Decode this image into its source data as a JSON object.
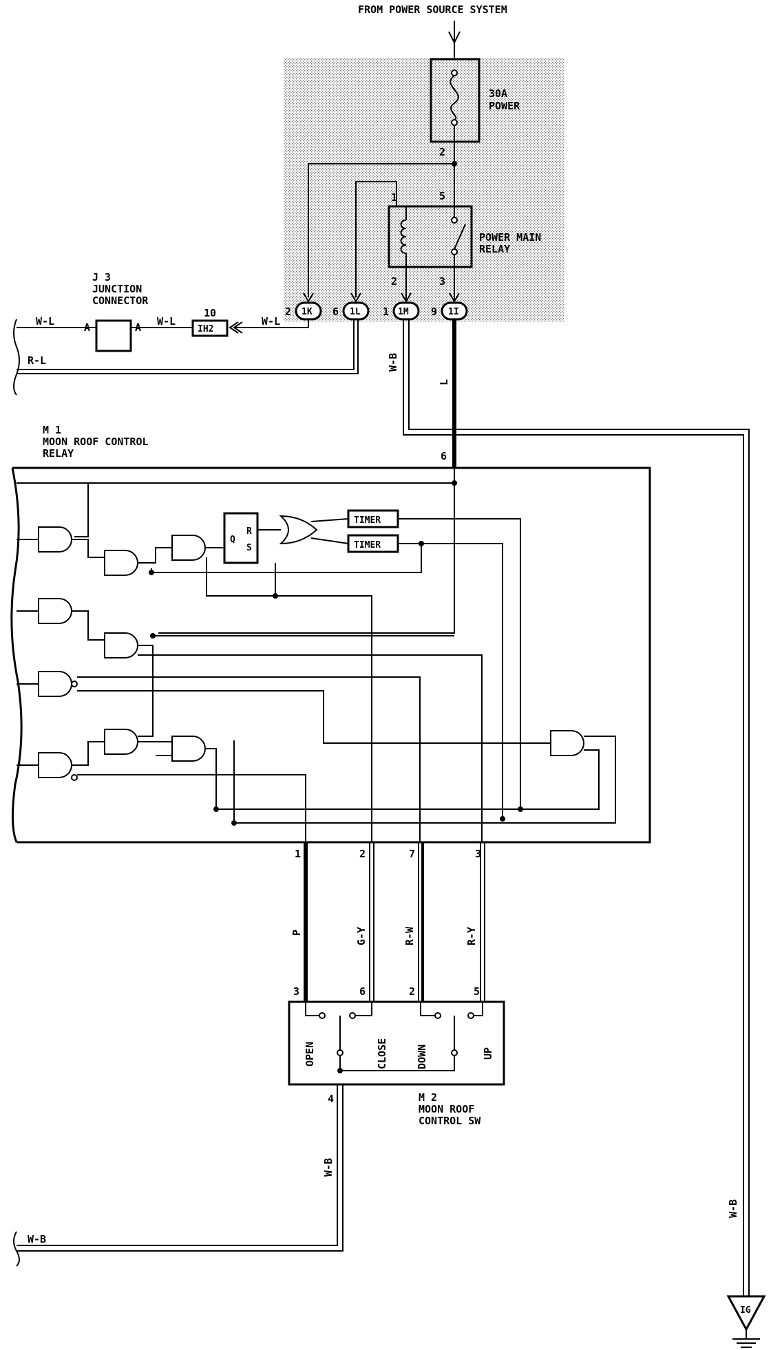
{
  "header": {
    "source": "FROM POWER SOURCE SYSTEM"
  },
  "fuse": {
    "rating": "30A",
    "name": "POWER",
    "pin_out": "2"
  },
  "relay": {
    "line1": "POWER MAIN",
    "line2": "RELAY",
    "pins": [
      "1",
      "5",
      "2",
      "3"
    ]
  },
  "junction": {
    "line1": "J 3",
    "line2": "JUNCTION",
    "line3": "CONNECTOR",
    "pin_a_left": "A",
    "pin_a_right": "A"
  },
  "connector_ih2": {
    "code": "IH2",
    "pin": "10"
  },
  "connectors_top": [
    {
      "pin": "2",
      "code": "1K"
    },
    {
      "pin": "6",
      "code": "1L"
    },
    {
      "pin": "1",
      "code": "1M"
    },
    {
      "pin": "9",
      "code": "1I"
    }
  ],
  "wires": {
    "wl": "W-L",
    "rl": "R-L",
    "wb": "W-B",
    "l": "L",
    "p": "P",
    "gy": "G-Y",
    "rw": "R-W",
    "ry": "R-Y"
  },
  "control_relay": {
    "line1": "M 1",
    "line2": "MOON ROOF CONTROL",
    "line3": "RELAY",
    "pin_top": "6",
    "pins_bottom": [
      "1",
      "2",
      "7",
      "3"
    ],
    "timer1": "TIMER",
    "timer2": "TIMER",
    "ff_q": "Q",
    "ff_r": "R",
    "ff_s": "S"
  },
  "control_sw": {
    "line1": "M 2",
    "line2": "MOON ROOF",
    "line3": "CONTROL SW",
    "pins_top": [
      "3",
      "6",
      "2",
      "5"
    ],
    "pin_bottom": "4",
    "open": "OPEN",
    "close": "CLOSE",
    "down": "DOWN",
    "up": "UP"
  },
  "ground": {
    "code": "IG"
  }
}
